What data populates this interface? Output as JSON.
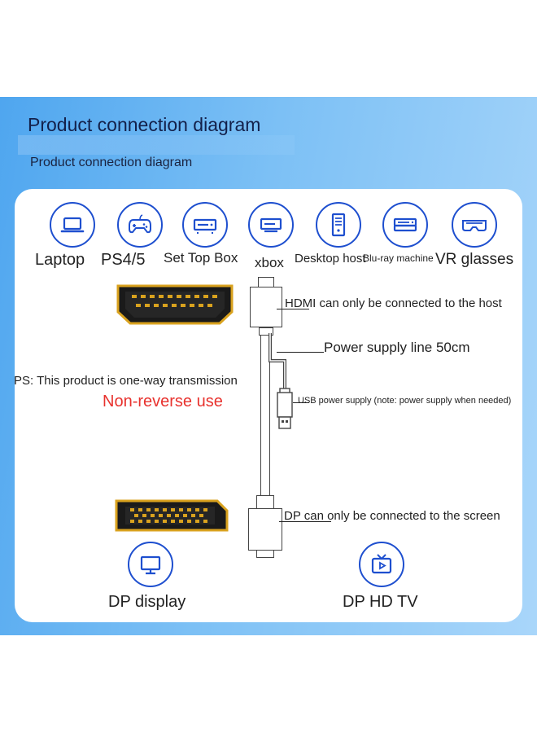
{
  "header": {
    "title": "Product connection diagram",
    "subtitle": "Product connection diagram"
  },
  "sources": [
    {
      "label": "Laptop",
      "icon": "laptop-icon"
    },
    {
      "label": "PS4/5",
      "icon": "gamepad-icon"
    },
    {
      "label": "Set Top Box",
      "icon": "set-top-box-icon"
    },
    {
      "label": "xbox",
      "icon": "console-icon"
    },
    {
      "label": "Desktop host",
      "icon": "desktop-tower-icon"
    },
    {
      "label": "Blu-ray machine",
      "icon": "blu-ray-player-icon"
    },
    {
      "label": "VR glasses",
      "icon": "vr-glasses-icon"
    }
  ],
  "cable_notes": {
    "hdmi": "HDMI can only be connected to the host",
    "power": "Power supply line 50cm",
    "usb": "USB power supply (note: power supply when needed)",
    "dp": "DP can only be connected to the screen"
  },
  "warnings": {
    "ps": "PS: This product is one-way transmission",
    "non_reverse": "Non-reverse use"
  },
  "displays": [
    {
      "label": "DP display",
      "icon": "monitor-icon"
    },
    {
      "label": "DP HD TV",
      "icon": "tv-icon"
    }
  ],
  "colors": {
    "accent": "#1e4fcf",
    "warning": "#e8322e",
    "connector_gold": "#d9a21e"
  }
}
